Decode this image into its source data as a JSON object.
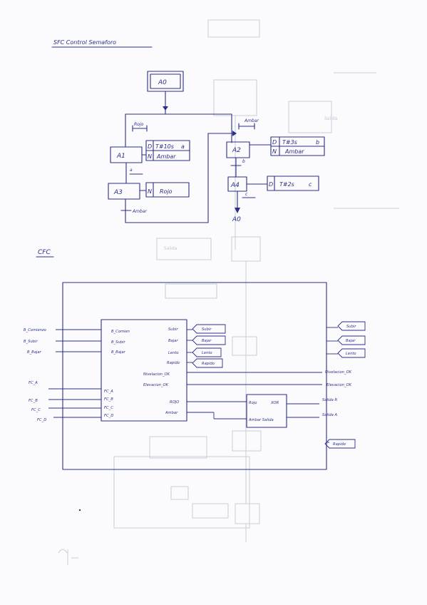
{
  "page_title": "SFC   Control Semaforo",
  "cfc_title": "CFC",
  "sfc": {
    "steps": {
      "a0": "A0",
      "a1": "A1",
      "a2": "A2",
      "a3": "A3",
      "a4": "A4",
      "end": "A0"
    },
    "transitions": {
      "rojo": "Rojo",
      "ambar": "Ambar",
      "a": "a",
      "b": "b",
      "c": "c",
      "ambar_bottom": "Ambar"
    },
    "actions": {
      "a1_q1": "D",
      "a1_v1": "T#10s",
      "a1_n1": "a",
      "a1_q2": "N",
      "a1_v2": "Ambar",
      "a2_q1": "D",
      "a2_v1": "T#3s",
      "a2_n1": "b",
      "a2_q2": "N",
      "a2_v2": "Ambar",
      "a3_q": "N",
      "a3_v": "Rojo",
      "a4_q": "D",
      "a4_v": "T#2s",
      "a4_n": "c"
    }
  },
  "cfc": {
    "left_inputs": [
      "B_Comienzo",
      "B_Subir",
      "B_Bajar",
      "FC_A",
      "FC_B",
      "FC_C",
      "FC_D"
    ],
    "block_inputs": [
      "B_Comien",
      "B_Subir",
      "B_Bajar",
      "FC_A",
      "FC_B",
      "FC_C",
      "FC_D"
    ],
    "block_outputs": [
      "Subir",
      "Bajar",
      "Lento",
      "Rapido",
      "Nivelacion_OK",
      "Elevacion_OK",
      "ROJO",
      "Ambar"
    ],
    "tag_outputs": [
      "Subir",
      "Bajar",
      "Lento",
      "Rapido"
    ],
    "second_block": [
      "Rojo",
      "XOR",
      "Ambar  Salida"
    ],
    "right_outputs": [
      "Subir",
      "Bajar",
      "Lento",
      "Nivelacion_OK",
      "Elevacion_OK",
      "Salida R",
      "Salida A",
      "Rapido"
    ]
  }
}
